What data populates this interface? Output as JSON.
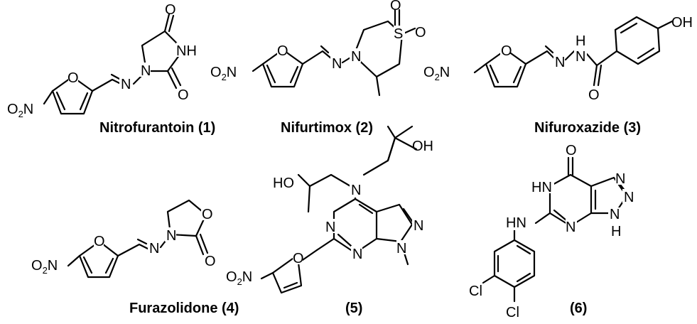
{
  "compounds": [
    {
      "caption": "Nitrofurantoin (1)"
    },
    {
      "caption": "Nifurtimox (2)"
    },
    {
      "caption": "Nifuroxazide (3)"
    },
    {
      "caption": "Furazolidone (4)"
    },
    {
      "caption": "(5)"
    },
    {
      "caption": "(6)"
    }
  ],
  "atoms": {
    "O": "O",
    "N": "N",
    "NH": "NH",
    "HN": "HN",
    "H": "H",
    "OH": "OH",
    "HO": "HO",
    "S": "S",
    "Cl": "Cl",
    "O2N_main": "O",
    "O2N_sub": "2",
    "O2N_tail": "N"
  }
}
